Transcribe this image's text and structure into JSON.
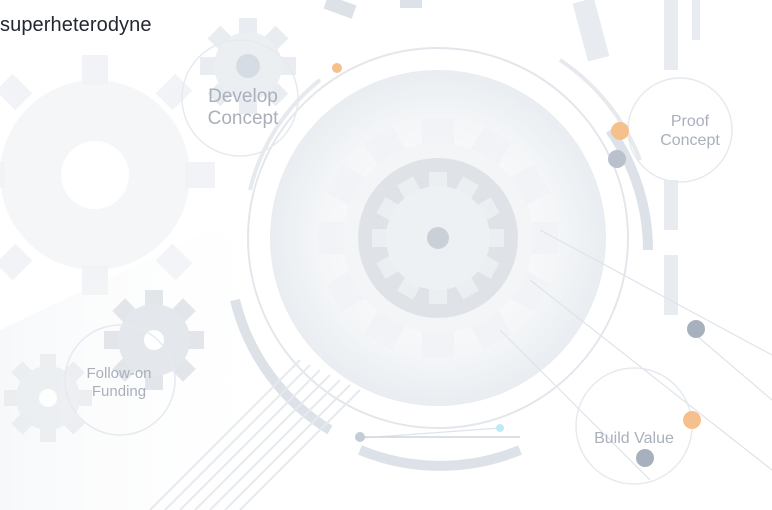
{
  "heading": "superheterodyne",
  "nodes": {
    "develop": {
      "line1": "Develop",
      "line2": "Concept"
    },
    "proof": {
      "line1": "Proof",
      "line2": "Concept"
    },
    "follow_on": {
      "line1": "Follow-on",
      "line2": "Funding"
    },
    "build_value": {
      "line1": "Build Value"
    }
  },
  "colors": {
    "accent_orange": "#f6c08c",
    "accent_gray": "#9aa5b3",
    "accent_cyan": "#bfe9f4",
    "gear_light": "#e6e9ee",
    "gear_mid": "#d4d9df",
    "line_light": "#dfe4ea"
  },
  "icons": [
    "gear-icon",
    "circle-node"
  ]
}
